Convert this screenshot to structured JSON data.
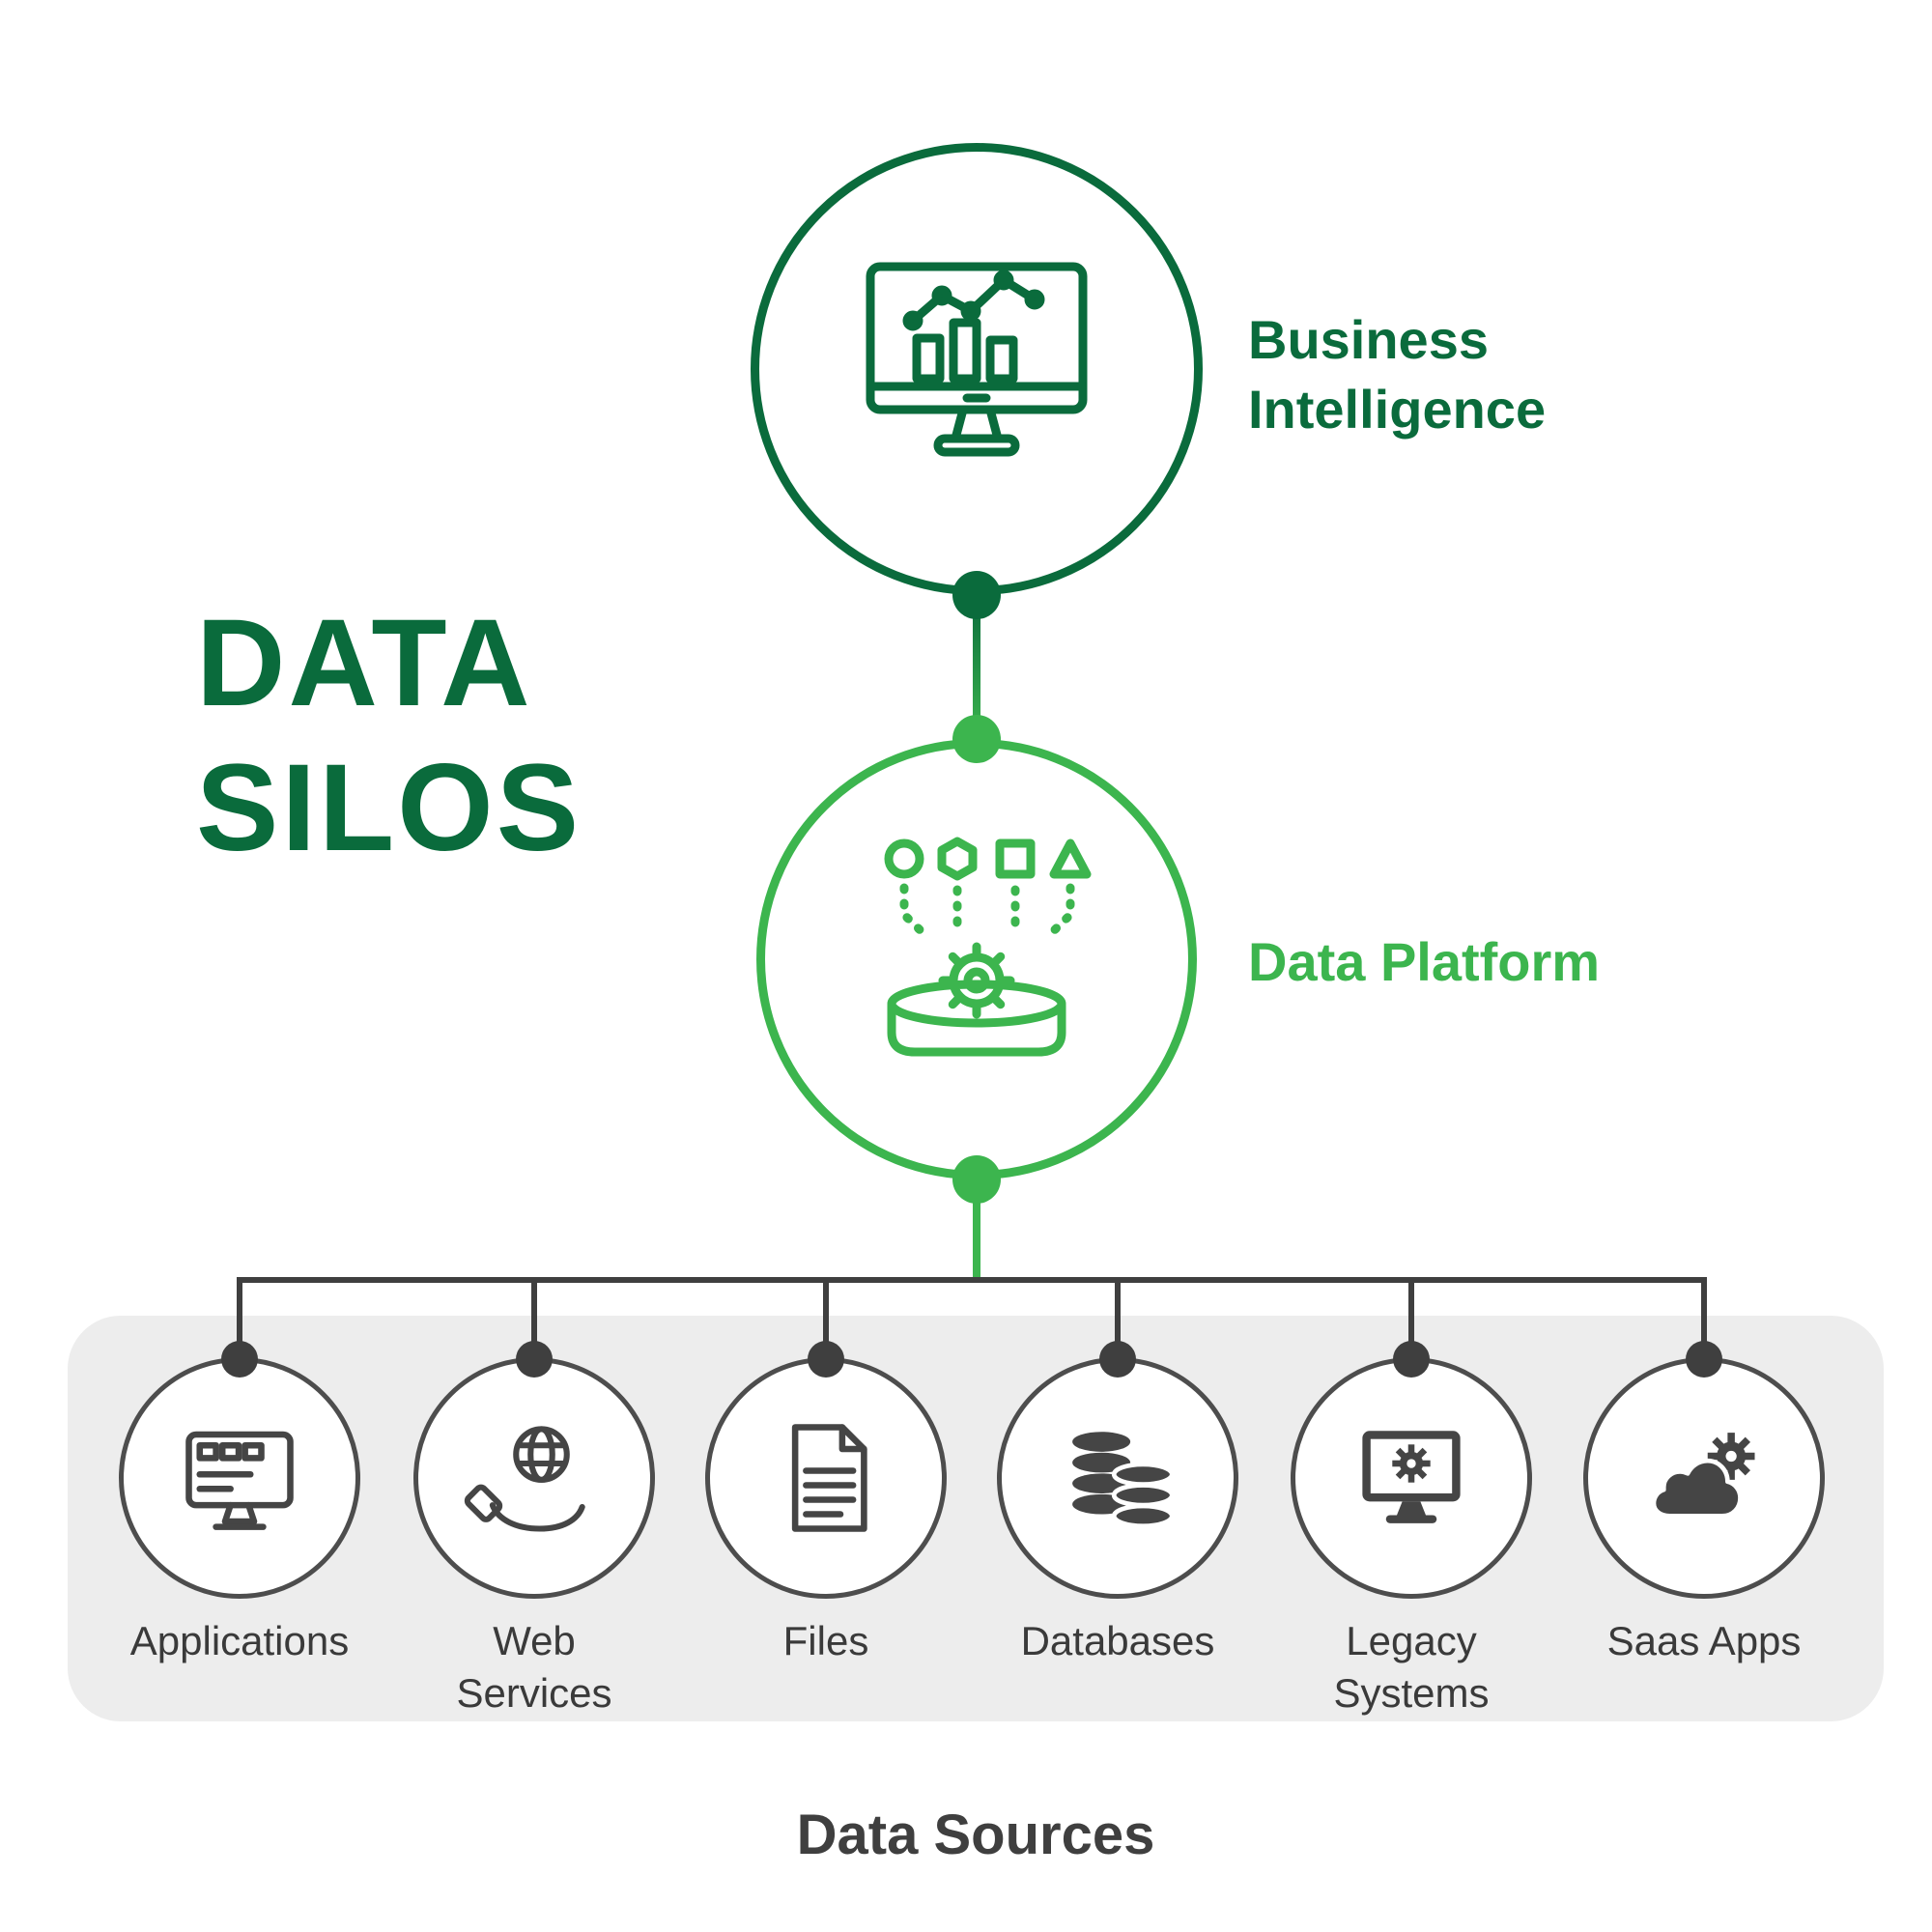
{
  "title": {
    "line1": "DATA",
    "line2": "SILOS"
  },
  "colors": {
    "dark_green": "#0a6b3c",
    "bright_green": "#3cb54e",
    "dark_gray": "#3f3f3f",
    "panel_gray": "#ededed"
  },
  "nodes": {
    "business_intelligence": {
      "label": "Business\nIntelligence",
      "icon": "monitor-analytics-icon"
    },
    "data_platform": {
      "label": "Data Platform",
      "icon": "funnel-gear-icon"
    }
  },
  "sources": {
    "panel_label": "Data Sources",
    "items": [
      {
        "label": "Applications",
        "icon": "applications-monitor-icon"
      },
      {
        "label": "Web\nServices",
        "icon": "hand-globe-icon"
      },
      {
        "label": "Files",
        "icon": "document-icon"
      },
      {
        "label": "Databases",
        "icon": "database-stack-icon"
      },
      {
        "label": "Legacy\nSystems",
        "icon": "monitor-gear-icon"
      },
      {
        "label": "Saas Apps",
        "icon": "cloud-gear-icon"
      }
    ]
  }
}
